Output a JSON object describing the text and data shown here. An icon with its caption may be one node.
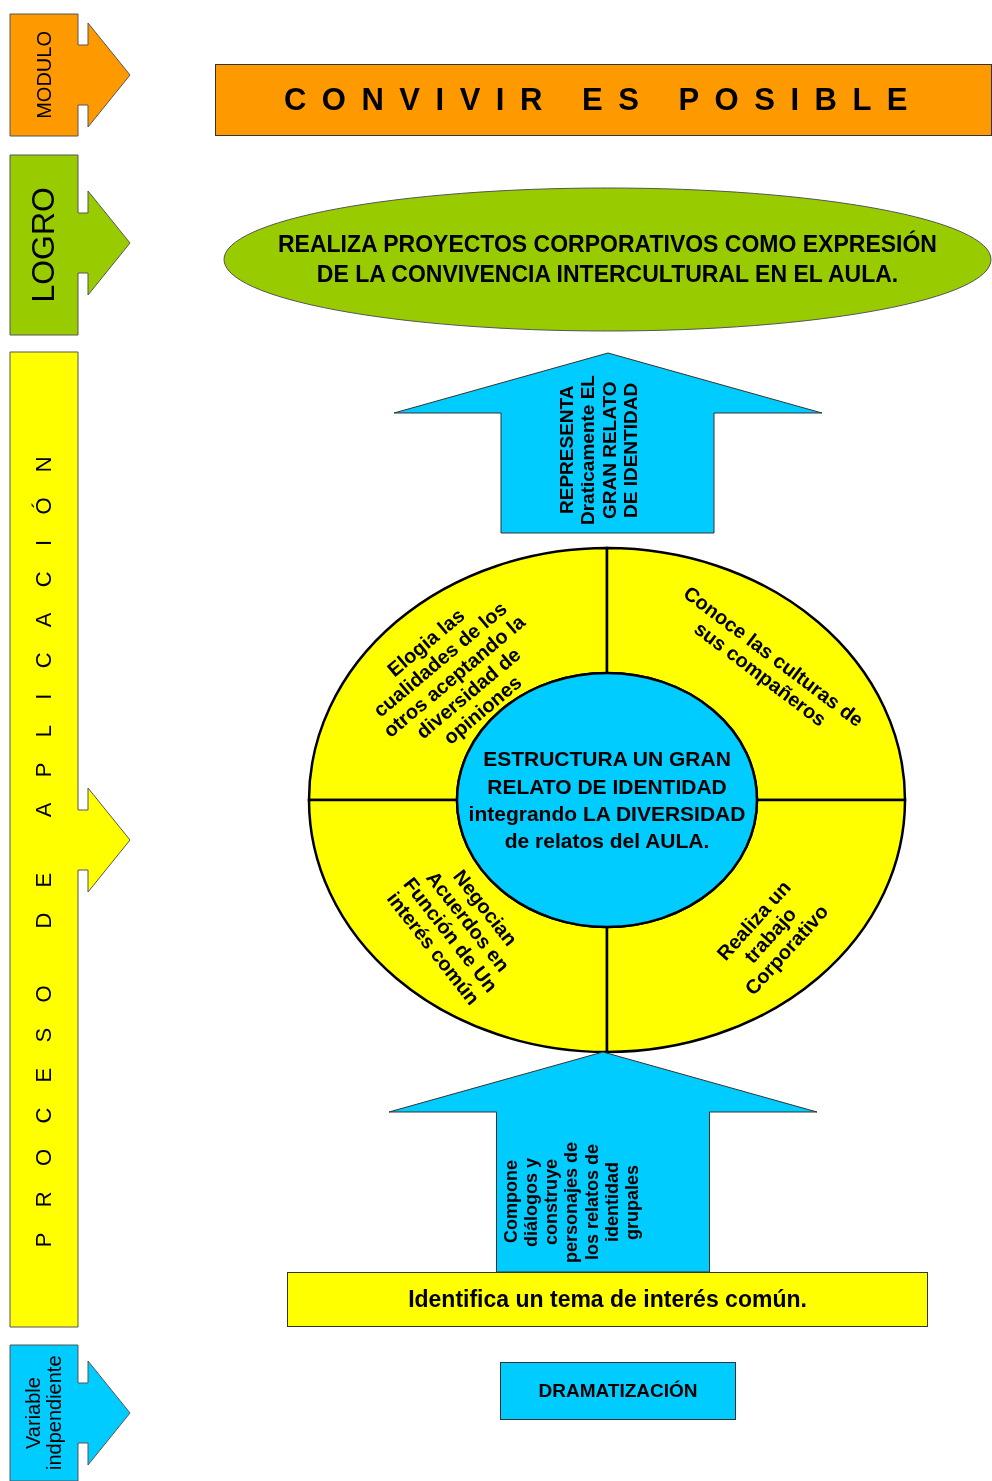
{
  "diagram": {
    "nodes": [
      {
        "text": [
          "MODULO"
        ]
      },
      {
        "text": [
          "CONVIVIR ES POSIBLE"
        ]
      },
      {
        "text": [
          "LOGRO"
        ]
      },
      {
        "text": [
          "REALIZA PROYECTOS CORPORATIVOS COMO EXPRESIÓN DE LA CONVIVENCIA INTERCULTURAL EN EL AULA."
        ]
      },
      {
        "text": [
          "PROCESO DE APLICACIÓN"
        ]
      },
      {
        "text": [
          "REPRESENTA Draticamente EL GRAN RELATO DE IDENTIDAD"
        ]
      },
      {
        "text": [
          "Elogia las cualidades de los otros aceptando la diversidad de opiniones"
        ]
      },
      {
        "text": [
          "Conoce las culturas de sus compañeros"
        ]
      },
      {
        "text": [
          "ESTRUCTURA UN GRAN RELATO DE IDENTIDAD integrando LA DIVERSIDAD de relatos del AULA."
        ]
      },
      {
        "text": [
          "Negocian Acuerdos en Función de Un interés común"
        ]
      },
      {
        "text": [
          "Realiza un trabajo Corporativo"
        ]
      },
      {
        "text": [
          "Identifica un tema de interés común."
        ]
      },
      {
        "text": [
          "Variable indpendiente"
        ]
      },
      {
        "text": [
          "DRAMATIZACIÓN"
        ]
      }
    ],
    "edges": [
      {
        "from": 11,
        "to": 9,
        "arrow": "to",
        "label": "Compone diálogos y construye personajes de los relatos de identidad grupales"
      }
    ]
  }
}
